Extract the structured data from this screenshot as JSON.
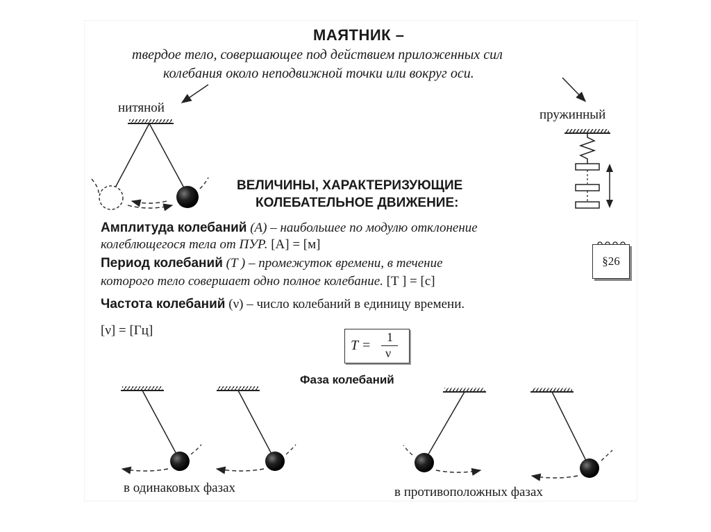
{
  "header": {
    "title": "МАЯТНИК –",
    "line1": "твердое тело, совершающее под действием приложенных сил",
    "line2": "колебания около неподвижной точки или вокруг оси."
  },
  "types": {
    "thread": "нитяной",
    "spring": "пружинный"
  },
  "quantities": {
    "title1": "ВЕЛИЧИНЫ, ХАРАКТЕРИЗУЮЩИЕ",
    "title2": "КОЛЕБАТЕЛЬНОЕ ДВИЖЕНИЕ:",
    "amp_name": "Амплитуда колебаний",
    "amp_sym": "(A)",
    "amp_text1": " – наибольшее по модулю отклонение",
    "amp_text2": "колеблющегося тела от ПУР.",
    "amp_unit": " [A] = [м]",
    "per_name": "Период колебаний",
    "per_sym": "(T )",
    "per_text1": " – промежуток времени, в течение",
    "per_text2": "которого тело совершает одно полное колебание.",
    "per_unit": " [T ] = [с]",
    "freq_name": "Частота колебаний",
    "freq_text": " (ν) – число колебаний в единицу времени.",
    "freq_unit": "[ν] = [Гц]"
  },
  "formula": {
    "lhs": "T =",
    "numerator": "1",
    "denominator": "ν"
  },
  "badge": "§26",
  "phase": {
    "title": "Фаза колебаний",
    "same": "в одинаковых фазах",
    "opposite": "в противоположных фазах"
  }
}
